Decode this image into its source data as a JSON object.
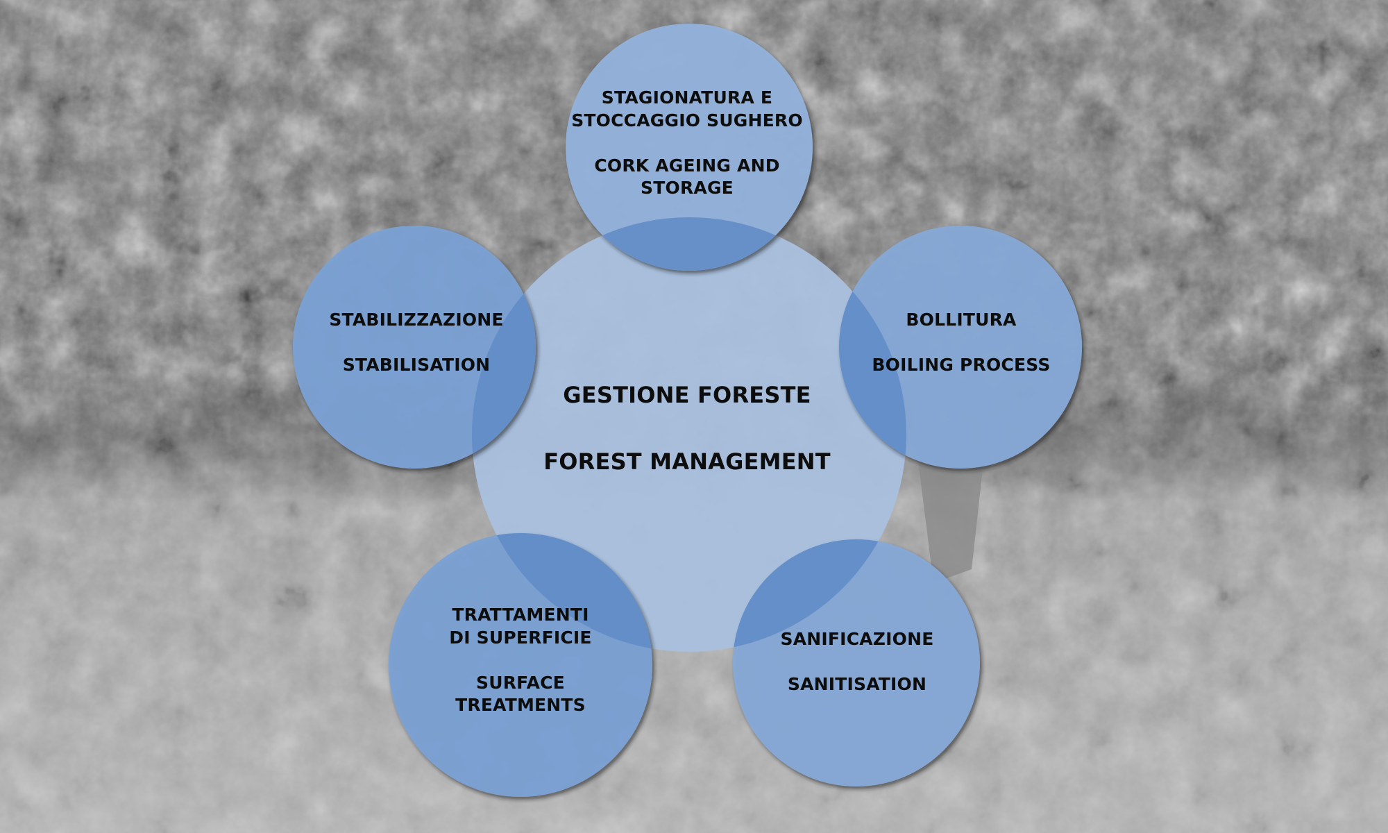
{
  "diagram": {
    "center": {
      "line1": "GESTIONE FORESTE",
      "line2": "FOREST MANAGEMENT"
    },
    "nodes": {
      "top": {
        "it_line1": "STAGIONATURA E",
        "it_line2": "STOCCAGGIO SUGHERO",
        "en_line1": "CORK AGEING AND",
        "en_line2": "STORAGE"
      },
      "left": {
        "it": "STABILIZZAZIONE",
        "en": "STABILISATION"
      },
      "right": {
        "it": "BOLLITURA",
        "en": "BOILING PROCESS"
      },
      "bottom_left": {
        "it_line1": "TRATTAMENTI",
        "it_line2": "DI SUPERFICIE",
        "en_line1": "SURFACE",
        "en_line2": "TREATMENTS"
      },
      "bottom_right": {
        "it": "SANIFICAZIONE",
        "en": "SANITISATION"
      }
    }
  },
  "colors": {
    "center_fill": "#a9bfde",
    "node_fill": "#7ba1d4",
    "node_fill_top": "#93b2db",
    "overlap_fill": "#5f8bc6",
    "text": "#0d0d0d"
  }
}
